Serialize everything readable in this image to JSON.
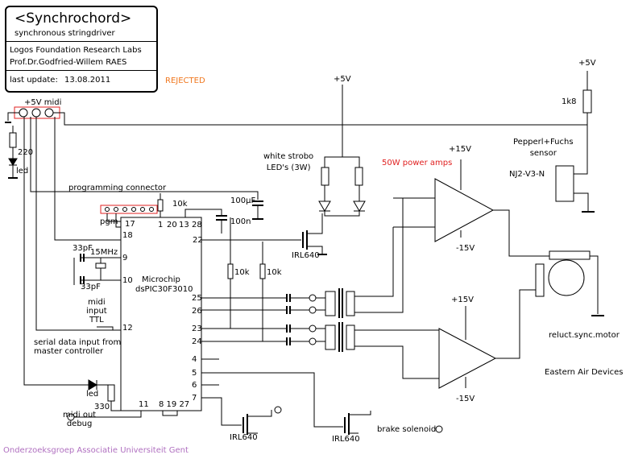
{
  "title_block": {
    "name": "<Synchrochord>",
    "subtitle": "synchronous stringdriver",
    "org": "Logos Foundation Research Labs",
    "author": "Prof.Dr.Godfried-Willem RAES",
    "update_label": "last update:",
    "update_date": "13.08.2011"
  },
  "status": "REJECTED",
  "labels": {
    "midi_connector": "+5V midi",
    "r_led": "220",
    "led_top": "led",
    "prog_connector": "programming connector",
    "pgm": "pgm",
    "pin17": "17",
    "pin18": "18",
    "pin1": "1",
    "pin20": "20",
    "pin13": "13",
    "pin28": "28",
    "pin22": "22",
    "pin9": "9",
    "pin10": "10",
    "pin12": "12",
    "pin25": "25",
    "pin26": "26",
    "pin23": "23",
    "pin24": "24",
    "pin4": "4",
    "pin5": "5",
    "pin6": "6",
    "pin7": "7",
    "pin11": "11",
    "pins_gnd": "8 19 27",
    "r10k_top": "10k",
    "c100uf": "100µF",
    "c100n": "100n",
    "cap33_top": "33pF",
    "crystal": "15MHz",
    "cap33_bot": "33pF",
    "chip_brand": "Microchip",
    "chip_model": "dsPIC30F3010",
    "r10k_a": "10k",
    "r10k_b": "10k",
    "midi_in": "midi\ninput\nTTL",
    "serial_in": "serial data input from\nmaster controller",
    "led_bot": "led",
    "r330": "330",
    "midi_out": "midi out\ndebug",
    "irl640_a": "IRL640",
    "irl640_b": "IRL640",
    "irl640_c": "IRL640",
    "plus5v_center": "+5V",
    "strobo": "white strobo\nLED's (3W)",
    "power_amps": "50W power amps",
    "p15_a": "+15V",
    "m15_a": "-15V",
    "p15_b": "+15V",
    "m15_b": "-15V",
    "plus5v_right": "+5V",
    "r1k8": "1k8",
    "sensor": "Pepperl+Fuchs\nsensor",
    "sensor_model": "NJ2-V3-N",
    "motor": "reluct.sync.motor",
    "eastern": "Eastern Air Devices",
    "brake": "brake solenoid"
  },
  "footer": "Onderzoeksgroep Associatie Universiteit Gent"
}
